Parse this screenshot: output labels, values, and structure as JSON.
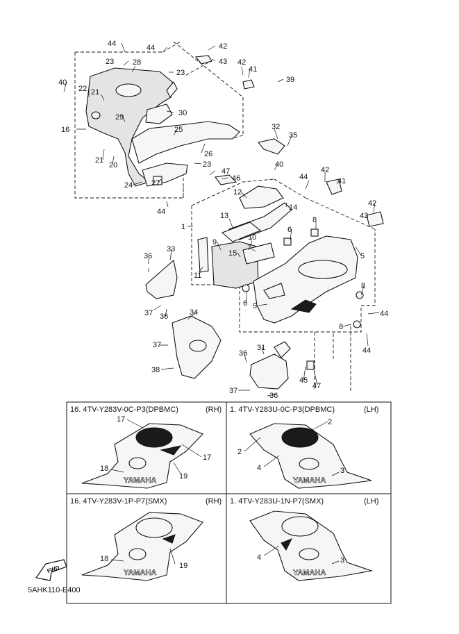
{
  "callouts": {
    "c44a": "44",
    "c42a": "42",
    "c43a": "43",
    "c44b": "44",
    "c23a": "23",
    "c28": "28",
    "c23b": "23",
    "c42b": "42",
    "c41": "41",
    "c39": "39",
    "c40a": "40",
    "c22": "22",
    "c21a": "21",
    "c29": "29",
    "c30": "30",
    "c16": "16",
    "c25": "25",
    "c32": "32",
    "c35": "35",
    "c21b": "21",
    "c20": "20",
    "c26": "26",
    "c23c": "23",
    "c40b": "40",
    "c47a": "47",
    "c46": "46",
    "c24": "24",
    "c27": "27",
    "c44c": "44",
    "c12": "12",
    "c44d": "44",
    "c42c": "42",
    "c41b": "41",
    "c14": "14",
    "c13": "13",
    "c1": "1",
    "c8a": "8",
    "c6a": "6",
    "c42d": "42",
    "c43b": "43",
    "c9": "9",
    "c10": "10",
    "c15": "15",
    "c7": "7",
    "c5a": "5",
    "c11": "11",
    "c33": "33",
    "c36a": "36",
    "c6b": "6",
    "c5b": "5",
    "c8b": "8",
    "c44e": "44",
    "c37a": "37",
    "c36b": "36",
    "c34": "34",
    "c8c": "8",
    "c44f": "44",
    "c37b": "37",
    "c38": "38",
    "c31": "31",
    "c36c": "36",
    "c45": "45",
    "c47b": "47",
    "c37c": "37",
    "c36d": "36"
  },
  "variants": {
    "tl": {
      "title": "16. 4TV-Y283V-0C-P3(DPBMC)",
      "side": "(RH)",
      "a": "17",
      "b": "17",
      "c": "18",
      "d": "19"
    },
    "tr": {
      "title": "1. 4TV-Y283U-0C-P3(DPBMC)",
      "side": "(LH)",
      "a": "2",
      "b": "2",
      "c": "4",
      "d": "3"
    },
    "bl": {
      "title": "16. 4TV-Y283V-1P-P7(SMX)",
      "side": "(RH)",
      "c": "18",
      "d": "19"
    },
    "br": {
      "title": "1. 4TV-Y283U-1N-P7(SMX)",
      "side": "(LH)",
      "c": "4",
      "d": "3"
    }
  },
  "brand_text": "YAMAHA",
  "fwd_label": "FWD",
  "figure_code": "5AHK110-E400"
}
